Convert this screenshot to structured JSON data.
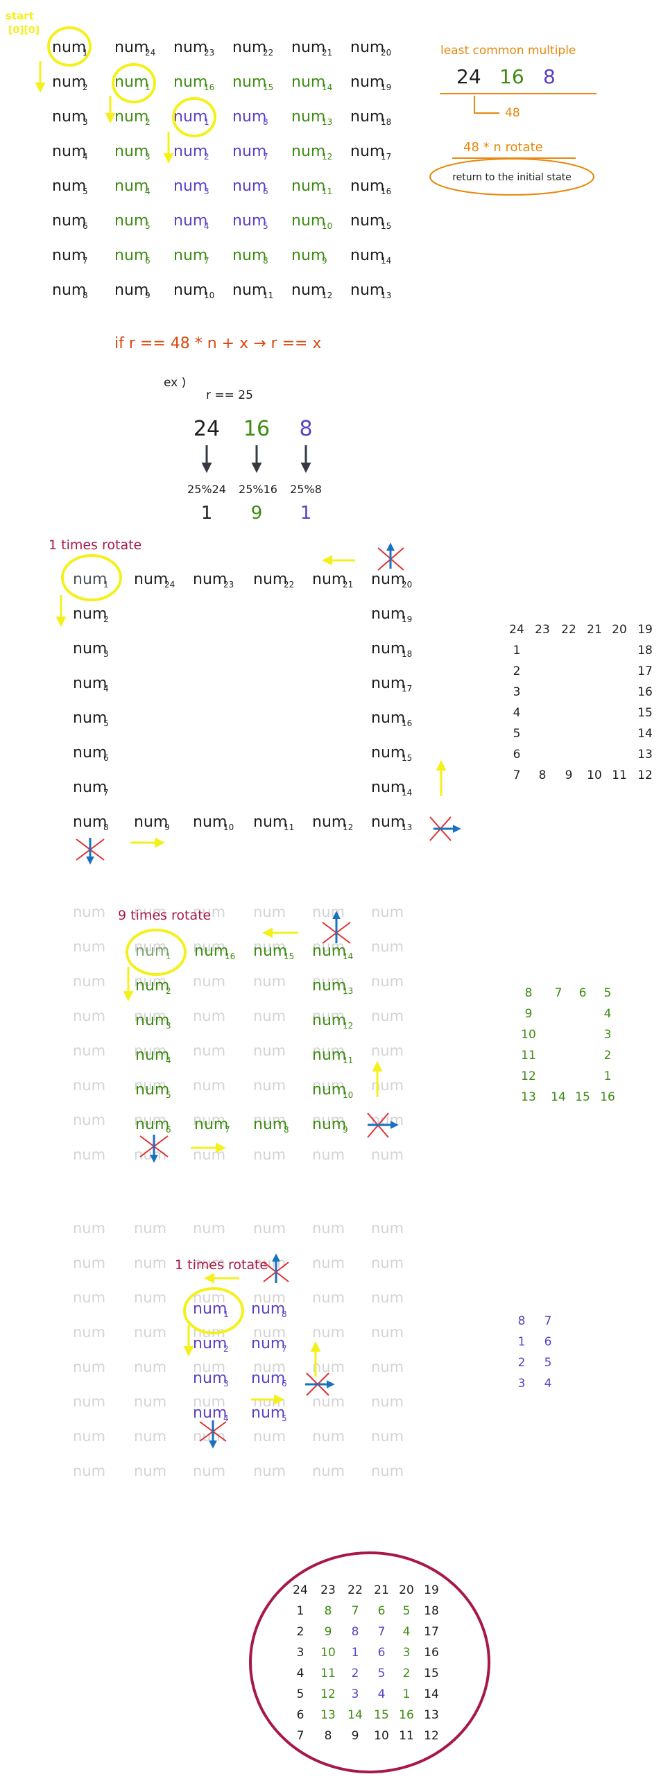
{
  "colors": {
    "black": "#1e1e1e",
    "green": "#3d8c12",
    "purple": "#5b3fc4",
    "yellow": "#f4f01c",
    "orange": "#e8870c",
    "red_orange": "#d9480f",
    "crimson": "#a8174a",
    "blue": "#1971c2",
    "red": "#e03131",
    "gray": "#495057",
    "faded": "#d4d4d4",
    "faded_green": "#cfe3c3",
    "faded_purple": "#d7d0f0"
  },
  "start_label": [
    "start",
    "[0][0]"
  ],
  "word": "num",
  "grid1": {
    "rows": [
      [
        [
          "1",
          "k"
        ],
        [
          "24",
          "k"
        ],
        [
          "23",
          "k"
        ],
        [
          "22",
          "k"
        ],
        [
          "21",
          "k"
        ],
        [
          "20",
          "k"
        ]
      ],
      [
        [
          "2",
          "k"
        ],
        [
          "1",
          "g"
        ],
        [
          "16",
          "g"
        ],
        [
          "15",
          "g"
        ],
        [
          "14",
          "g"
        ],
        [
          "19",
          "k"
        ]
      ],
      [
        [
          "3",
          "k"
        ],
        [
          "2",
          "g"
        ],
        [
          "1",
          "p"
        ],
        [
          "8",
          "p"
        ],
        [
          "13",
          "g"
        ],
        [
          "18",
          "k"
        ]
      ],
      [
        [
          "4",
          "k"
        ],
        [
          "3",
          "g"
        ],
        [
          "2",
          "p"
        ],
        [
          "7",
          "p"
        ],
        [
          "12",
          "g"
        ],
        [
          "17",
          "k"
        ]
      ],
      [
        [
          "5",
          "k"
        ],
        [
          "4",
          "g"
        ],
        [
          "3",
          "p"
        ],
        [
          "6",
          "p"
        ],
        [
          "11",
          "g"
        ],
        [
          "16",
          "k"
        ]
      ],
      [
        [
          "6",
          "k"
        ],
        [
          "5",
          "g"
        ],
        [
          "4",
          "p"
        ],
        [
          "5",
          "p"
        ],
        [
          "10",
          "g"
        ],
        [
          "15",
          "k"
        ]
      ],
      [
        [
          "7",
          "k"
        ],
        [
          "6",
          "g"
        ],
        [
          "7",
          "g"
        ],
        [
          "8",
          "g"
        ],
        [
          "9",
          "g"
        ],
        [
          "14",
          "k"
        ]
      ],
      [
        [
          "8",
          "k"
        ],
        [
          "9",
          "k"
        ],
        [
          "10",
          "k"
        ],
        [
          "11",
          "k"
        ],
        [
          "12",
          "k"
        ],
        [
          "13",
          "k"
        ]
      ]
    ]
  },
  "lcm": {
    "title": "least common multiple",
    "values": [
      "24",
      "16",
      "8"
    ],
    "result": "48",
    "rotate": "48 * n rotate",
    "state": "return to the initial state"
  },
  "formula": "if r == 48 * n + x → r == x",
  "example": {
    "label": "ex )",
    "r": "r == 25",
    "values": [
      "24",
      "16",
      "8"
    ],
    "mods": [
      "25%24",
      "25%16",
      "25%8"
    ],
    "results": [
      "1",
      "9",
      "1"
    ]
  },
  "section1": {
    "title": "1 times rotate",
    "top": [
      "1",
      "24",
      "23",
      "22",
      "21",
      "20"
    ],
    "left": [
      "2",
      "3",
      "4",
      "5",
      "6",
      "7"
    ],
    "right": [
      "19",
      "18",
      "17",
      "16",
      "15",
      "14"
    ],
    "bottom": [
      "8",
      "9",
      "10",
      "11",
      "12",
      "13"
    ],
    "table": [
      [
        "24",
        "23",
        "22",
        "21",
        "20",
        "19"
      ],
      [
        "1",
        "",
        "",
        "",
        "",
        "18"
      ],
      [
        "2",
        "",
        "",
        "",
        "",
        "17"
      ],
      [
        "3",
        "",
        "",
        "",
        "",
        "16"
      ],
      [
        "4",
        "",
        "",
        "",
        "",
        "15"
      ],
      [
        "5",
        "",
        "",
        "",
        "",
        "14"
      ],
      [
        "6",
        "",
        "",
        "",
        "",
        "13"
      ],
      [
        "7",
        "8",
        "9",
        "10",
        "11",
        "12"
      ]
    ]
  },
  "section2": {
    "title": "9 times rotate",
    "top": [
      "1",
      "16",
      "15",
      "14"
    ],
    "left": [
      "2",
      "3",
      "4",
      "5"
    ],
    "right": [
      "13",
      "12",
      "11",
      "10"
    ],
    "bottom": [
      "6",
      "7",
      "8",
      "9"
    ],
    "table": [
      [
        "8",
        "7",
        "6",
        "5"
      ],
      [
        "9",
        "",
        "",
        "4"
      ],
      [
        "10",
        "",
        "",
        "3"
      ],
      [
        "11",
        "",
        "",
        "2"
      ],
      [
        "12",
        "",
        "",
        "1"
      ],
      [
        "13",
        "14",
        "15",
        "16"
      ]
    ]
  },
  "section3": {
    "title": "1 times rotate",
    "rows": [
      [
        "1",
        "8"
      ],
      [
        "2",
        "7"
      ],
      [
        "3",
        "6"
      ],
      [
        "4",
        "5"
      ]
    ],
    "table": [
      [
        "8",
        "7"
      ],
      [
        "1",
        "6"
      ],
      [
        "2",
        "5"
      ],
      [
        "3",
        "4"
      ]
    ]
  },
  "final_table": [
    [
      [
        "24",
        "k"
      ],
      [
        "23",
        "k"
      ],
      [
        "22",
        "k"
      ],
      [
        "21",
        "k"
      ],
      [
        "20",
        "k"
      ],
      [
        "19",
        "k"
      ]
    ],
    [
      [
        "1",
        "k"
      ],
      [
        "8",
        "g"
      ],
      [
        "7",
        "g"
      ],
      [
        "6",
        "g"
      ],
      [
        "5",
        "g"
      ],
      [
        "18",
        "k"
      ]
    ],
    [
      [
        "2",
        "k"
      ],
      [
        "9",
        "g"
      ],
      [
        "8",
        "p"
      ],
      [
        "7",
        "p"
      ],
      [
        "4",
        "g"
      ],
      [
        "17",
        "k"
      ]
    ],
    [
      [
        "3",
        "k"
      ],
      [
        "10",
        "g"
      ],
      [
        "1",
        "p"
      ],
      [
        "6",
        "p"
      ],
      [
        "3",
        "g"
      ],
      [
        "16",
        "k"
      ]
    ],
    [
      [
        "4",
        "k"
      ],
      [
        "11",
        "g"
      ],
      [
        "2",
        "p"
      ],
      [
        "5",
        "p"
      ],
      [
        "2",
        "g"
      ],
      [
        "15",
        "k"
      ]
    ],
    [
      [
        "5",
        "k"
      ],
      [
        "12",
        "g"
      ],
      [
        "3",
        "p"
      ],
      [
        "4",
        "p"
      ],
      [
        "1",
        "g"
      ],
      [
        "14",
        "k"
      ]
    ],
    [
      [
        "6",
        "k"
      ],
      [
        "13",
        "g"
      ],
      [
        "14",
        "g"
      ],
      [
        "15",
        "g"
      ],
      [
        "16",
        "g"
      ],
      [
        "13",
        "k"
      ]
    ],
    [
      [
        "7",
        "k"
      ],
      [
        "8",
        "k"
      ],
      [
        "9",
        "k"
      ],
      [
        "10",
        "k"
      ],
      [
        "11",
        "k"
      ],
      [
        "12",
        "k"
      ]
    ]
  ]
}
